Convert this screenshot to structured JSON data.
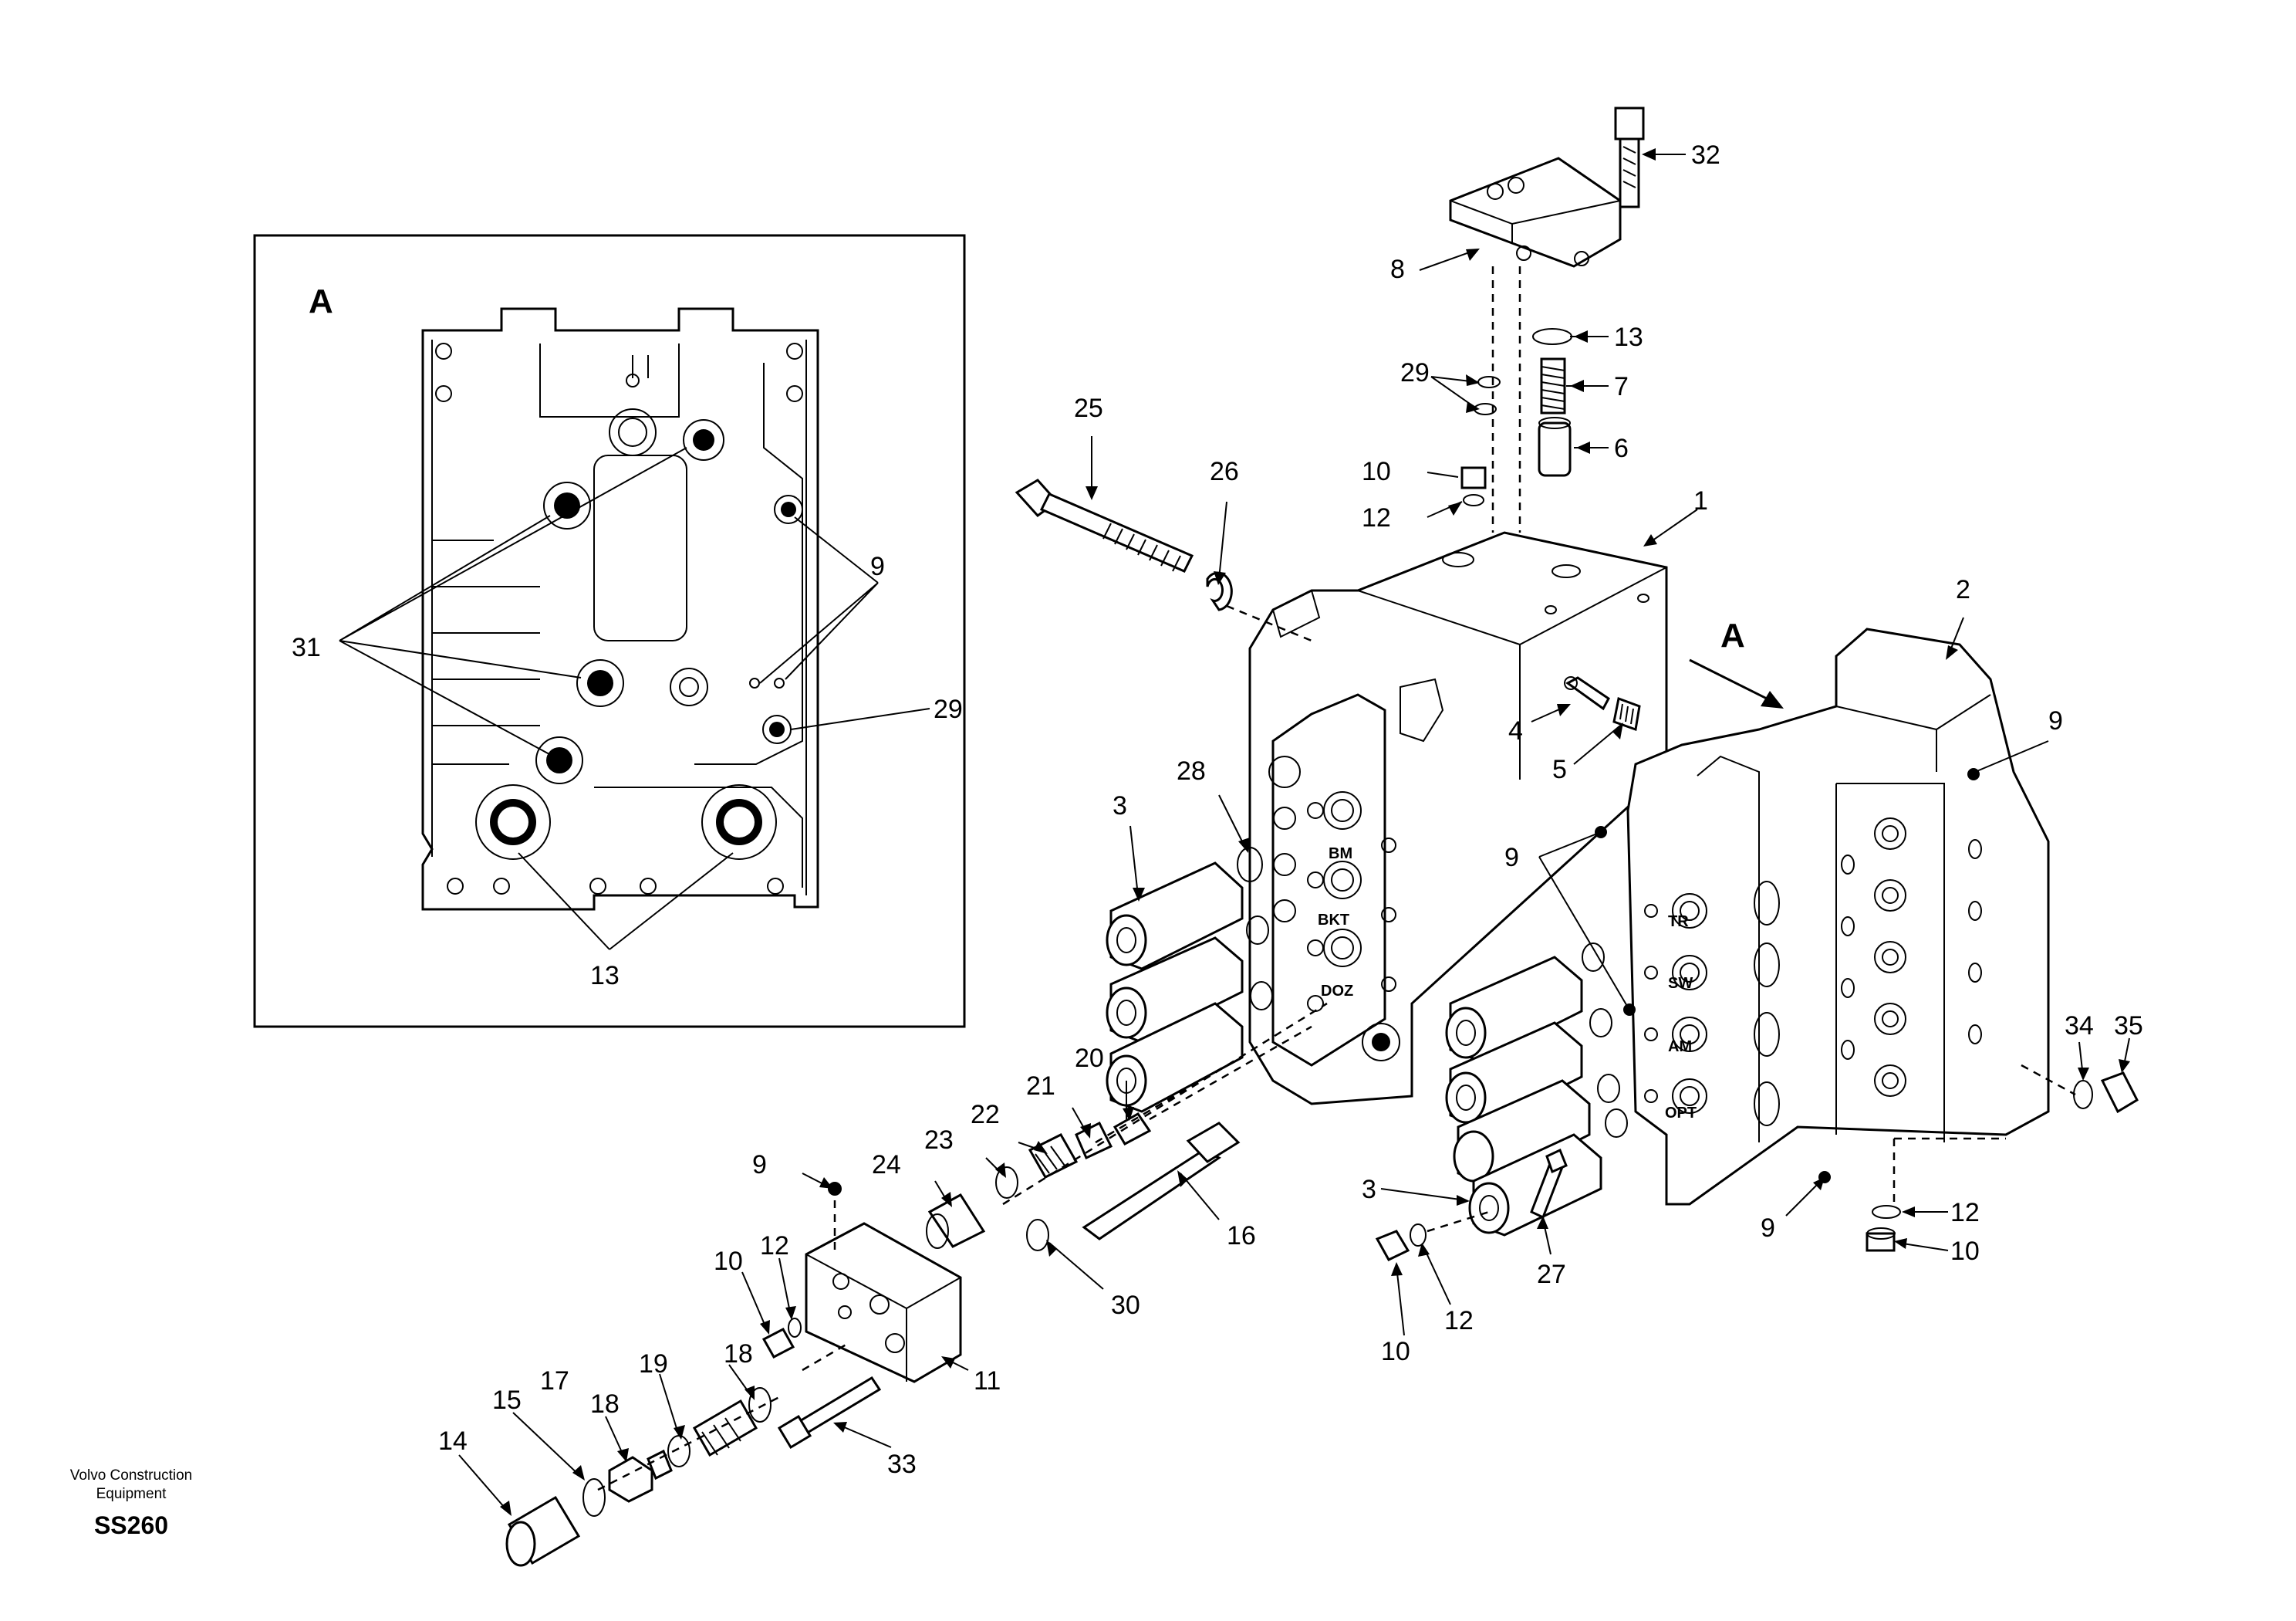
{
  "inset": {
    "view_label": "A",
    "callouts": [
      "31",
      "9",
      "29",
      "13"
    ]
  },
  "main_view_label": "A",
  "spool_tags": [
    "BM",
    "BKT",
    "DOZ",
    "TR",
    "SW",
    "AM",
    "OPT"
  ],
  "part_numbers": [
    "32",
    "8",
    "13",
    "29",
    "7",
    "6",
    "25",
    "26",
    "10",
    "12",
    "1",
    "2",
    "9",
    "4",
    "5",
    "28",
    "3",
    "9",
    "20",
    "21",
    "22",
    "23",
    "24",
    "9",
    "16",
    "30",
    "10",
    "12",
    "11",
    "18",
    "19",
    "17",
    "18",
    "15",
    "14",
    "33",
    "3",
    "27",
    "10",
    "12",
    "9",
    "12",
    "10",
    "34",
    "35"
  ],
  "footer": {
    "brand_line1": "Volvo Construction",
    "brand_line2": "Equipment",
    "code": "SS260"
  }
}
